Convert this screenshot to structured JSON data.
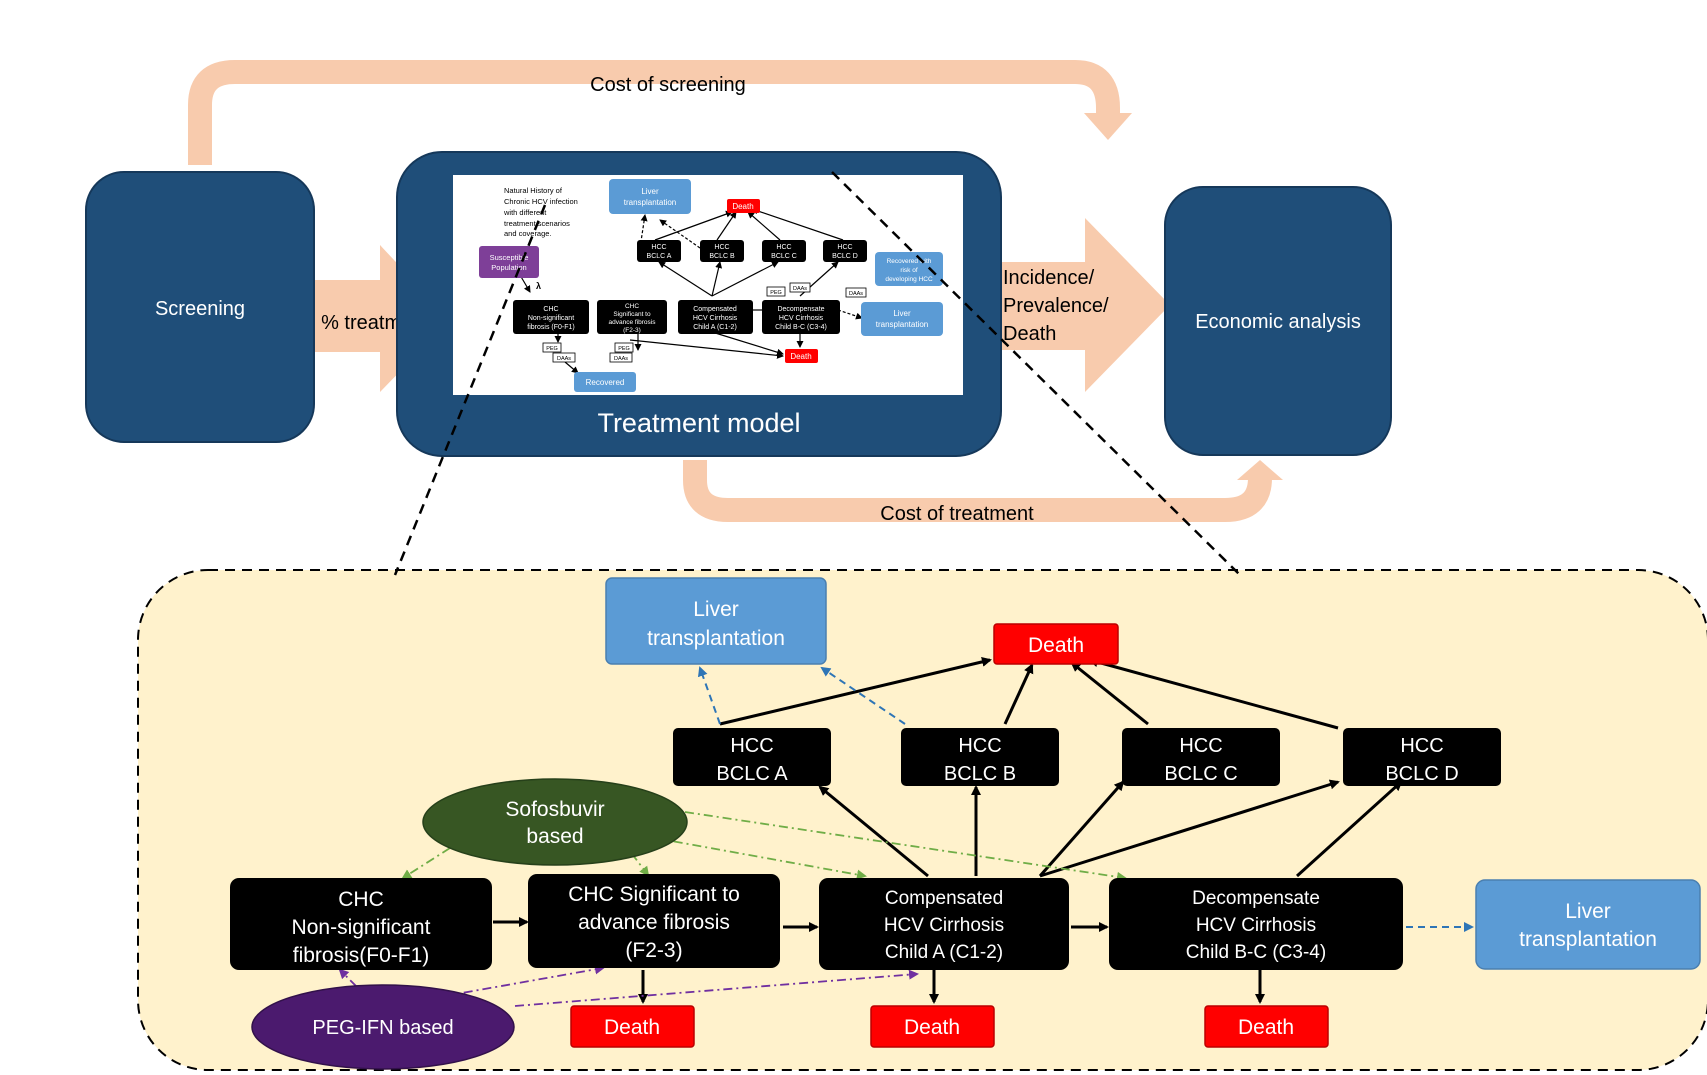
{
  "top": {
    "screening": "Screening",
    "treatment_model": "Treatment model",
    "economic_analysis": "Economic analysis",
    "cost_of_screening": "Cost of screening",
    "cost_of_treatment": "Cost of treatment",
    "pct_treatment": "% treatment",
    "outcomes": [
      "Incidence/",
      "Prevalence/",
      "Death"
    ]
  },
  "thumbnail": {
    "caption": [
      "Natural History of",
      "Chronic HCV infection",
      "with different",
      "treatment scenarios",
      "and coverage."
    ],
    "susceptible": [
      "Susceptible",
      "Population"
    ],
    "lambda": "λ",
    "liver_tx_top": [
      "Liver",
      "transplantation"
    ],
    "death": "Death",
    "hcc": [
      [
        "HCC",
        "BCLC A"
      ],
      [
        "HCC",
        "BCLC B"
      ],
      [
        "HCC",
        "BCLC C"
      ],
      [
        "HCC",
        "BCLC D"
      ]
    ],
    "recovered_risk": [
      "Recovered with",
      "risk of",
      "developing HCC"
    ],
    "chc1": [
      "CHC",
      "Non-significant",
      "fibrosis (F0-F1)"
    ],
    "chc2": [
      "CHC",
      "Significant to",
      "advance fibrosis",
      "(F2-3)"
    ],
    "comp": [
      "Compensated",
      "HCV Cirrhosis",
      "Child A (C1-2)"
    ],
    "decomp": [
      "Decompensate",
      "HCV Cirrhosis",
      "Child B-C (C3-4)"
    ],
    "liver_tx_right": [
      "Liver",
      "transplantation"
    ],
    "peg": "PEG",
    "daas": "DAAs",
    "recovered": "Recovered"
  },
  "detail": {
    "liver_tx_top": [
      "Liver",
      "transplantation"
    ],
    "death_top": "Death",
    "hcc": [
      [
        "HCC",
        "BCLC A"
      ],
      [
        "HCC",
        "BCLC B"
      ],
      [
        "HCC",
        "BCLC C"
      ],
      [
        "HCC",
        "BCLC D"
      ]
    ],
    "sofosbuvir": [
      "Sofosbuvir",
      "based"
    ],
    "peg_ifn": "PEG-IFN based",
    "chc1": [
      "CHC",
      "Non-significant",
      "fibrosis(F0-F1)"
    ],
    "chc2": [
      "CHC Significant to",
      "advance fibrosis",
      "(F2-3)"
    ],
    "comp": [
      "Compensated",
      "HCV Cirrhosis",
      "Child A (C1-2)"
    ],
    "decomp": [
      "Decompensate",
      "HCV Cirrhosis",
      "Child B-C (C3-4)"
    ],
    "liver_tx_right": [
      "Liver",
      "transplantation"
    ],
    "death_bottom": [
      "Death",
      "Death",
      "Death"
    ]
  },
  "colors": {
    "navy": "#1f4e79",
    "salmon": "#f8cbad",
    "panel": "#fff2cc",
    "blue_box": "#5b9bd5",
    "red": "#ff0000",
    "green_ellipse": "#375623",
    "purple_ellipse": "#4b1a6e",
    "green_dash": "#70ad47",
    "purple_dash": "#7030a0"
  }
}
